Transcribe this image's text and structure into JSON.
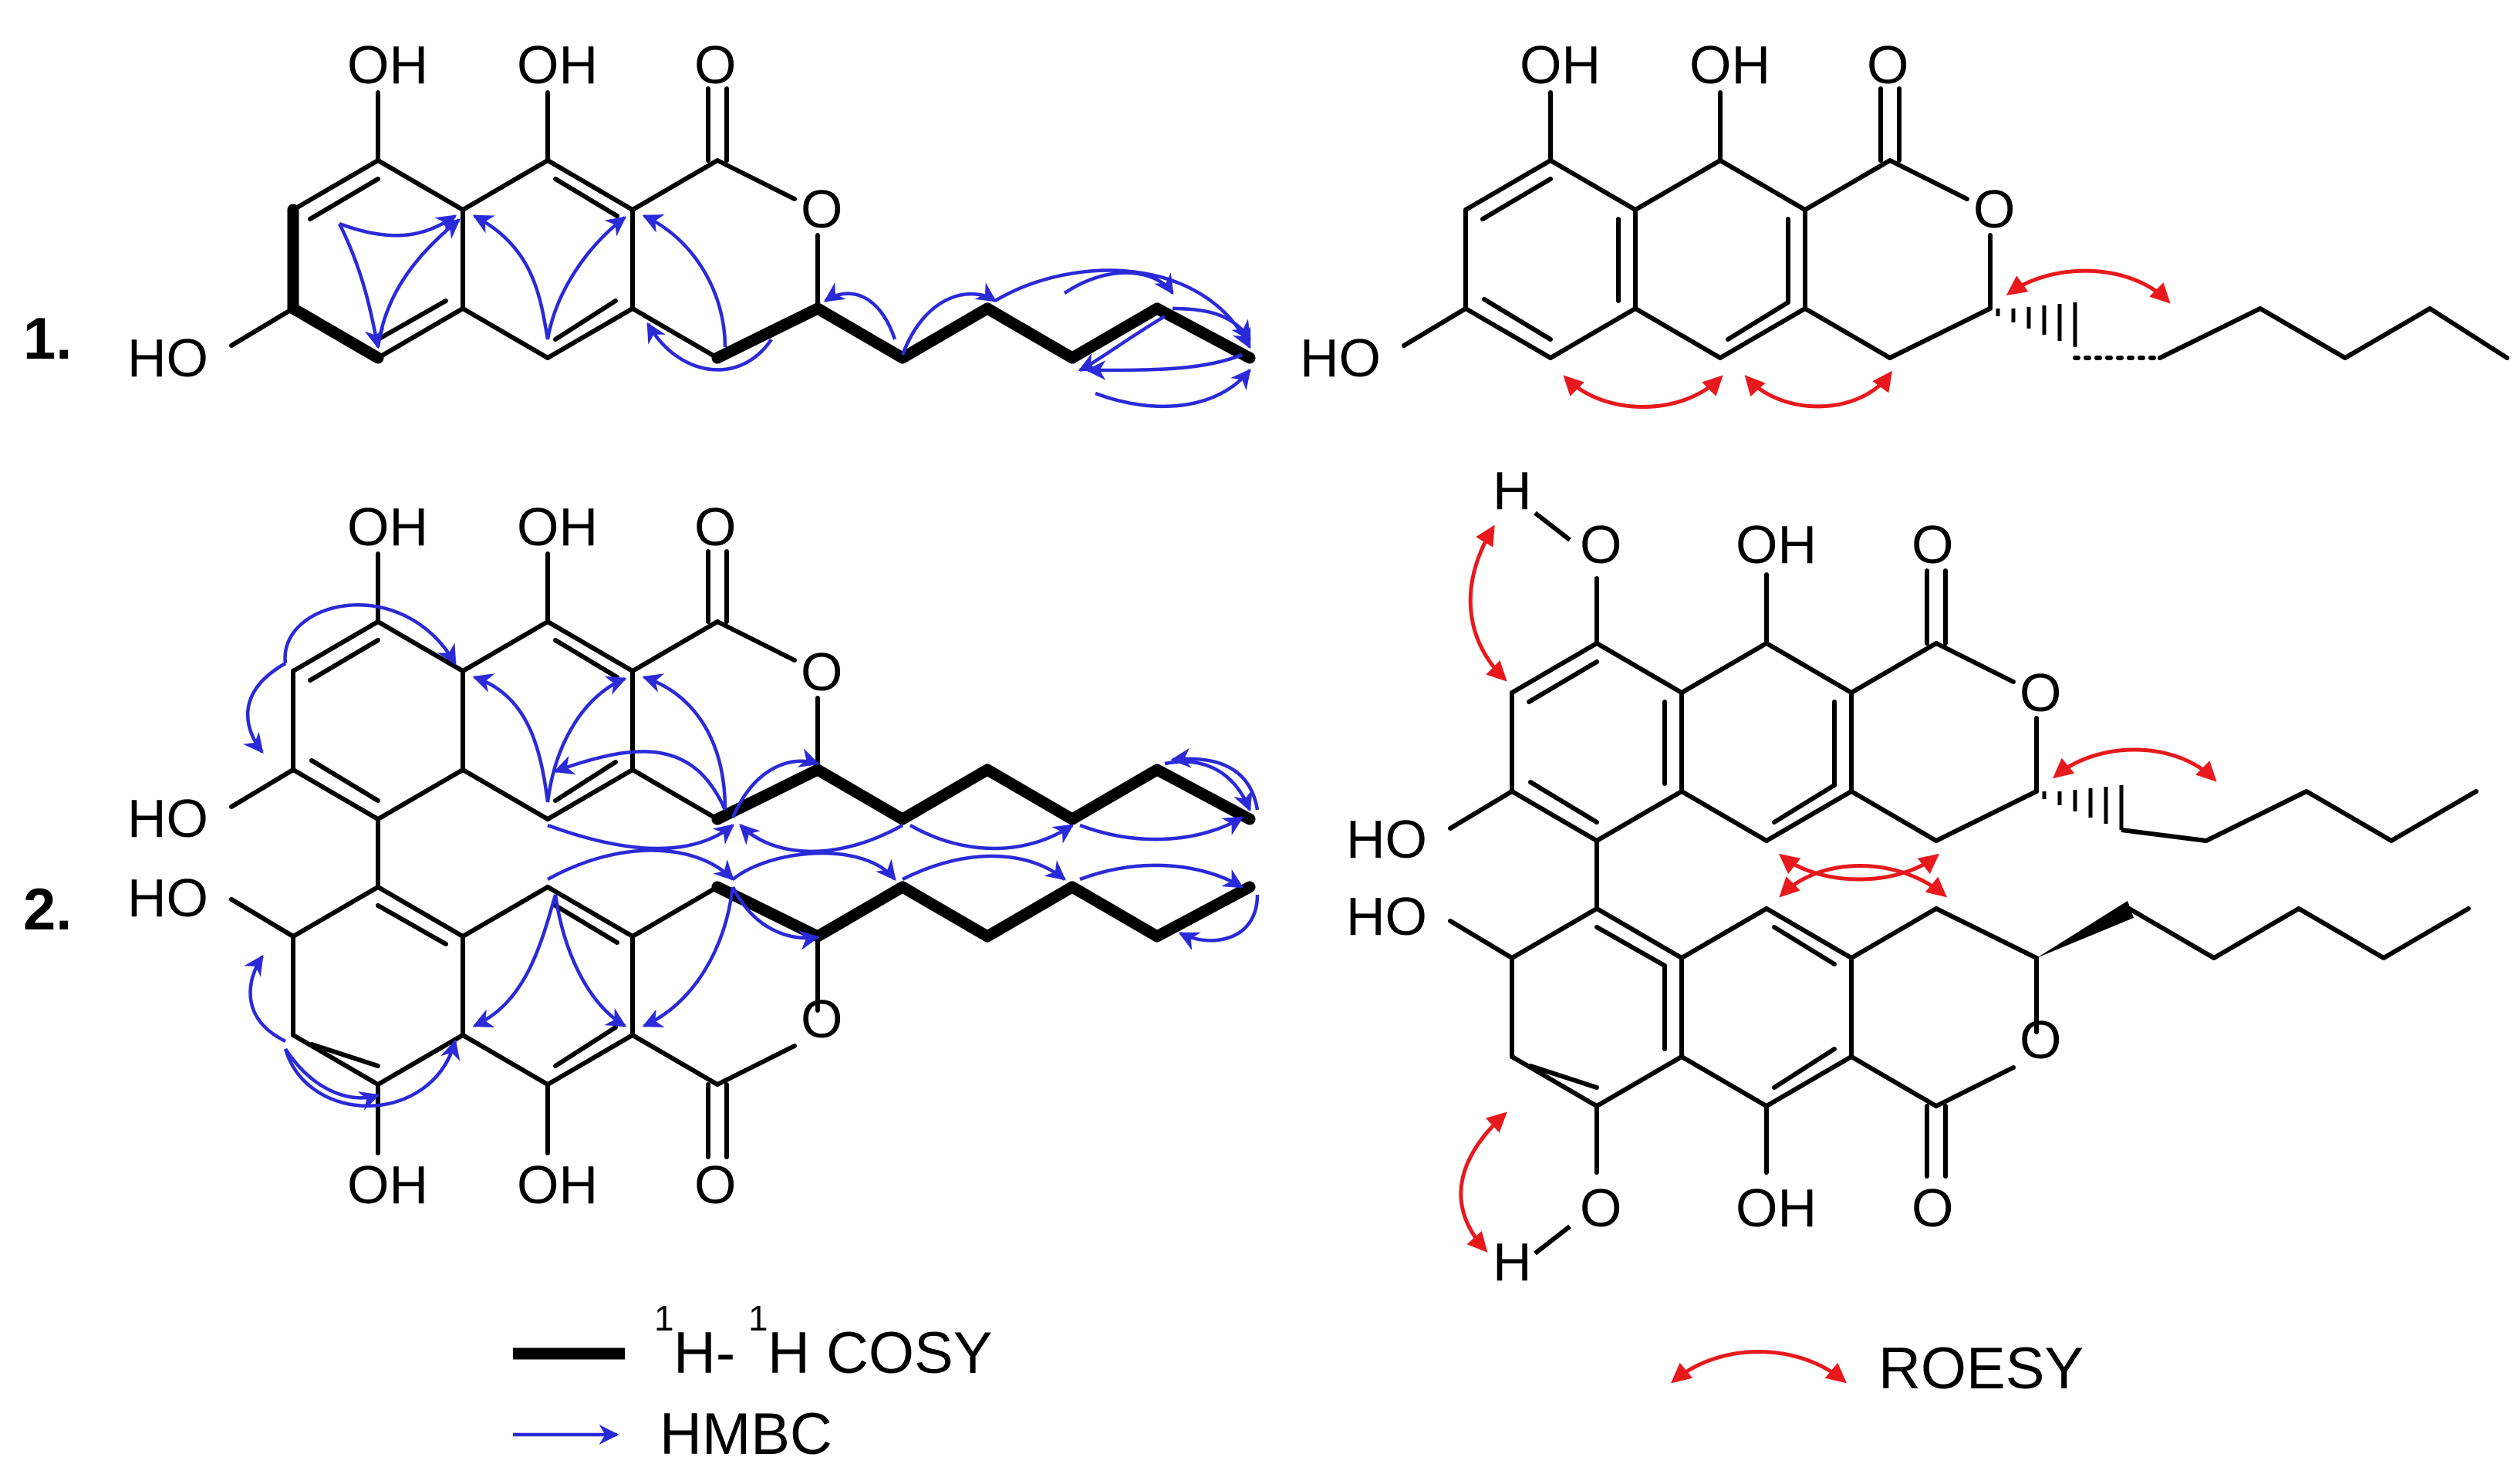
{
  "figure": {
    "compound_labels": [
      "1.",
      "2."
    ],
    "atoms": {
      "hydroxyl": "OH",
      "hydroxyl_left": "HO",
      "ring_oxygen": "O",
      "carbonyl_oxygen": "O",
      "hydrogen": "H"
    },
    "legend": {
      "cosy_pre_sup": "1",
      "cosy_mid": "H-",
      "cosy_sup2": "1",
      "cosy_post": "H COSY",
      "hmbc_label": "HMBC",
      "roesy_label": "ROESY"
    },
    "colors": {
      "bond": "#000000",
      "cosy": "#000000",
      "hmbc": "#2a2ad8",
      "roesy": "#e8191c",
      "background": "#ffffff"
    }
  }
}
